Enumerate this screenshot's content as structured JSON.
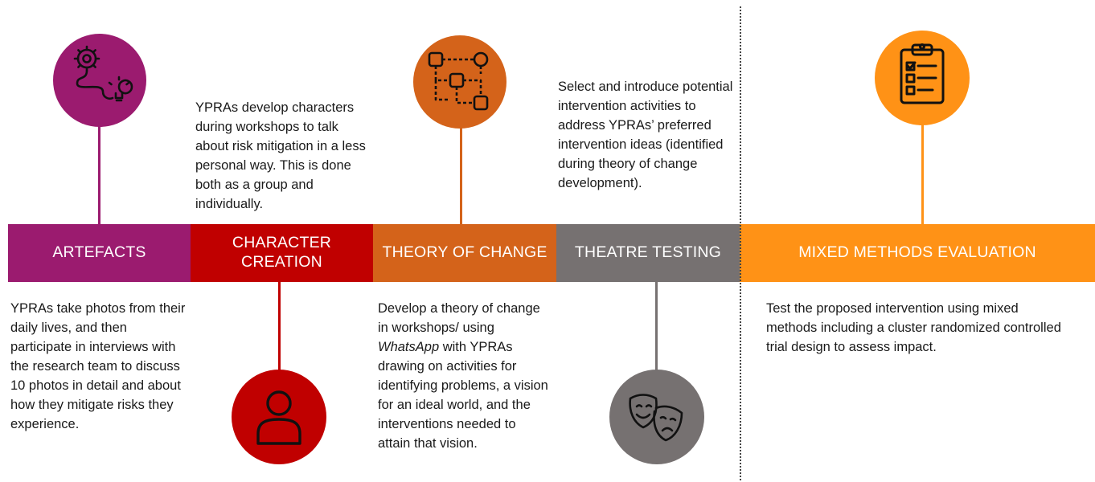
{
  "stages": [
    {
      "id": "artefacts",
      "label": "ARTEFACTS",
      "color": "#9b1b6f",
      "icon": "gear-path-lightbulb-icon",
      "description": "YPRAs take photos from their daily lives, and then participate in interviews with the research team to discuss 10 photos in detail and about how they mitigate risks they experience."
    },
    {
      "id": "character-creation",
      "label_lines": [
        "CHARACTER",
        "CREATION"
      ],
      "color": "#c00000",
      "icon": "person-icon",
      "description": "YPRAs develop characters during workshops to talk about risk mitigation in a less personal way. This is done both as a group and individually."
    },
    {
      "id": "theory-of-change",
      "label": "THEORY OF CHANGE",
      "color": "#d4631a",
      "icon": "flowchart-icon",
      "description_parts": [
        "Develop a theory of change in workshops/ using ",
        "WhatsApp",
        " with YPRAs drawing on activities for identifying problems, a vision for an ideal world, and the interventions needed to attain that vision."
      ]
    },
    {
      "id": "theatre-testing",
      "label": "THEATRE TESTING",
      "color": "#767171",
      "icon": "theatre-masks-icon",
      "description": "Select and introduce potential intervention activities to address YPRAs’ preferred intervention ideas (identified during theory of change development)."
    },
    {
      "id": "mixed-methods-evaluation",
      "label": "MIXED METHODS EVALUATION",
      "color": "#ff9216",
      "icon": "clipboard-checklist-icon",
      "description": "Test the proposed intervention using mixed methods including a cluster randomized controlled trial design to assess impact."
    }
  ]
}
